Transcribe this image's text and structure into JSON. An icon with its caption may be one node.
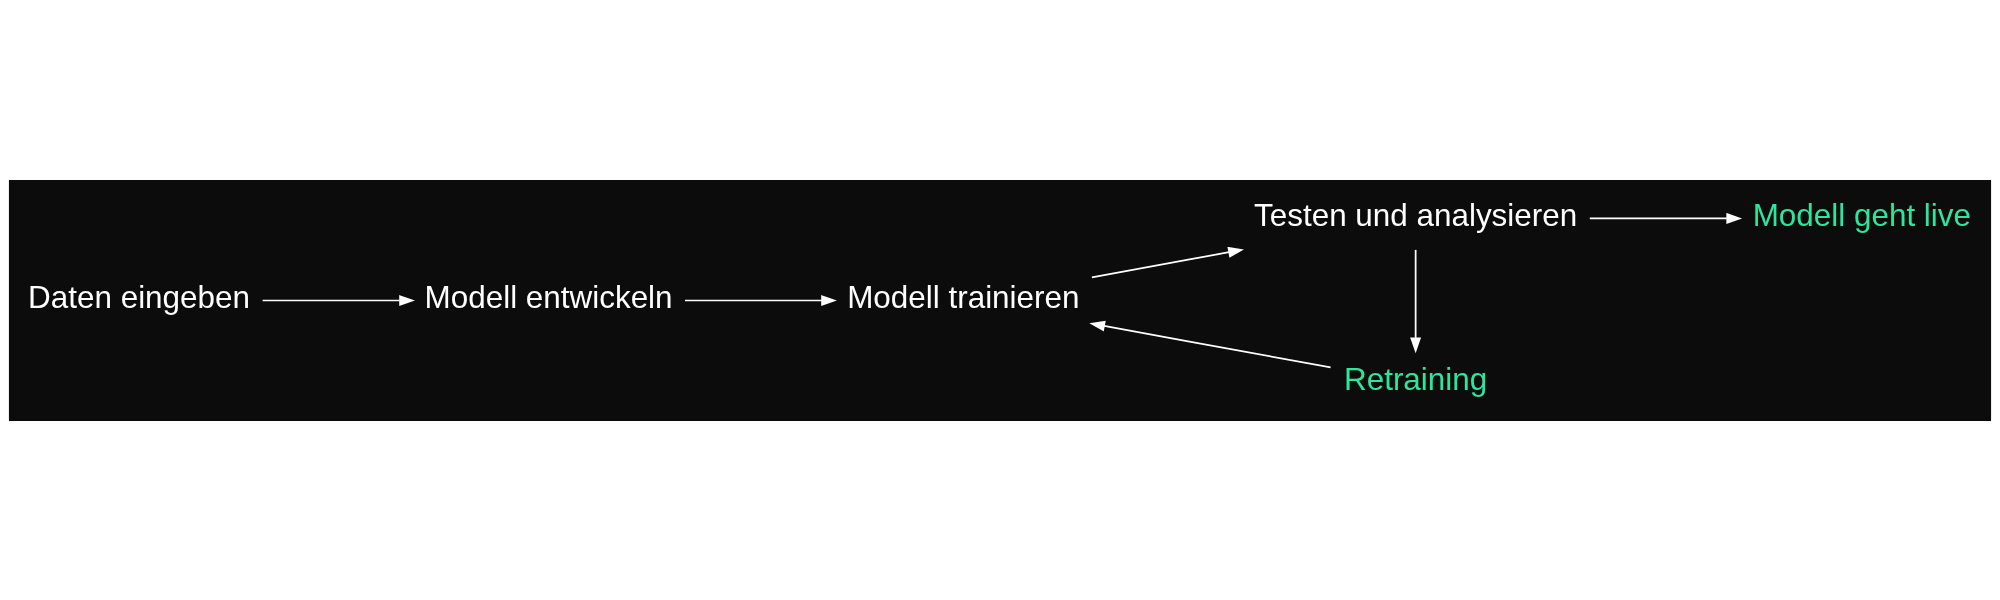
{
  "diagram": {
    "nodes": [
      {
        "text": [
          "Daten eingeben"
        ]
      },
      {
        "text": [
          "Modell entwickeln"
        ]
      },
      {
        "text": [
          "Modell trainieren"
        ]
      },
      {
        "text": [
          "Testen und analysieren"
        ]
      },
      {
        "text": [
          "Modell geht live"
        ]
      },
      {
        "text": [
          "Retraining"
        ]
      }
    ],
    "edges": [
      {
        "from": 0,
        "to": 1,
        "arrow": "to"
      },
      {
        "from": 1,
        "to": 2,
        "arrow": "to"
      },
      {
        "from": 2,
        "to": 3,
        "arrow": "to"
      },
      {
        "from": 3,
        "to": 4,
        "arrow": "to"
      },
      {
        "from": 3,
        "to": 5,
        "arrow": "to"
      },
      {
        "from": 5,
        "to": 2,
        "arrow": "to"
      }
    ]
  }
}
